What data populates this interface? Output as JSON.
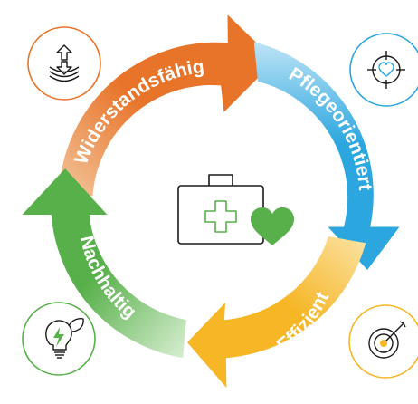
{
  "segments": [
    {
      "label": "Widerstandsfähig",
      "color": "#E8742A"
    },
    {
      "label": "Pflegeorientiert",
      "color": "#2BA6DE"
    },
    {
      "label": "Effizient",
      "color": "#F6B625"
    },
    {
      "label": "Nachhaltig",
      "color": "#58B04A"
    }
  ],
  "icons": [
    {
      "name": "resilience-arrows-icon",
      "color": "#E8742A"
    },
    {
      "name": "heart-target-icon",
      "color": "#2BA6DE"
    },
    {
      "name": "bullseye-target-icon",
      "color": "#F6B625"
    },
    {
      "name": "sustainable-bulb-icon",
      "color": "#58B04A"
    }
  ],
  "center": {
    "name": "medical-kit-heart-icon",
    "heart_color": "#58B04A",
    "cross_color": "#58B04A"
  }
}
